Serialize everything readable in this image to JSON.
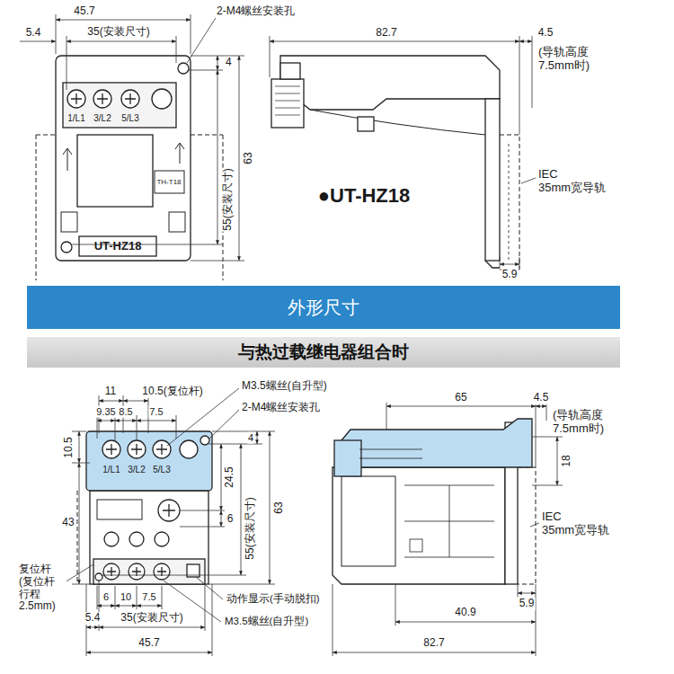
{
  "diagram": {
    "nodes": [
      {
        "text": [
          "外形尺寸"
        ]
      },
      {
        "text": [
          "与热过载继电器组合时"
        ]
      }
    ],
    "labels": [
      "45.7",
      "5.4",
      "35(安装尺寸)",
      "2-M4螺丝安装孔",
      "4",
      "63",
      "55(安装尺寸)",
      "1/L1",
      "3/L2",
      "5/L3",
      "TH-T18",
      "UT-HZ18",
      "●UT-HZ18",
      "82.7",
      "4.5",
      "(导轨高度 7.5mm时)",
      "IEC 35mm宽导轨",
      "5.9",
      "11",
      "10.5(复位杆)",
      "9.35",
      "8.5",
      "7.5",
      "M3.5螺丝(自升型)",
      "2-M4螺丝安装孔",
      "10.5",
      "4",
      "24.5",
      "43",
      "6",
      "55(安装尺寸)",
      "63",
      "1/L1",
      "3/L2",
      "5/L3",
      "复位杆 (复位杆 行程 2.5mm)",
      "6",
      "10",
      "7.5",
      "动作显示(手动脱扣)",
      "5.4",
      "35(安装尺寸)",
      "M3.5螺丝(自升型)",
      "45.7",
      "65",
      "4.5",
      "(导轨高度 7.5mm时)",
      "18",
      "IEC 35mm宽导轨",
      "5.9",
      "40.9",
      "82.7"
    ]
  }
}
